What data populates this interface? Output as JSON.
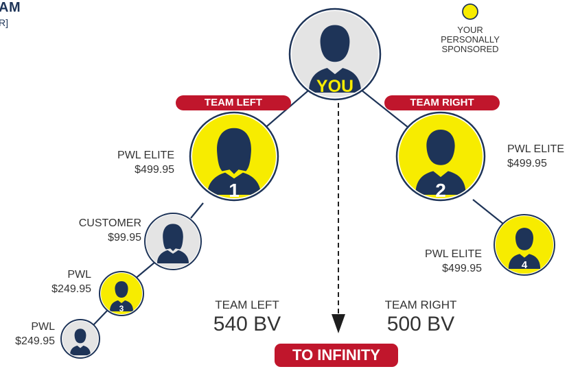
{
  "header": {
    "title_fragment": "AM",
    "subtitle_fragment": "R]"
  },
  "legend": {
    "text_lines": [
      "YOUR",
      "PERSONALLY",
      "SPONSORED"
    ],
    "swatch_color": "#f7ec00"
  },
  "you": {
    "label": "YOU"
  },
  "team_left": {
    "label": "TEAM LEFT"
  },
  "team_right": {
    "label": "TEAM RIGHT"
  },
  "nodes": {
    "n1": {
      "number": "1",
      "rank": "PWL ELITE",
      "price": "$499.95"
    },
    "n2": {
      "number": "2",
      "rank": "PWL ELITE",
      "price": "$499.95"
    },
    "customer": {
      "rank": "CUSTOMER",
      "price": "$99.95"
    },
    "n3": {
      "number": "3",
      "rank": "PWL",
      "price": "$249.95"
    },
    "n4": {
      "number": "4",
      "rank": "PWL ELITE",
      "price": "$499.95"
    },
    "bottom": {
      "rank": "PWL",
      "price": "$249.95"
    }
  },
  "totals": {
    "left": {
      "label": "TEAM LEFT",
      "value": "540 BV"
    },
    "right": {
      "label": "TEAM RIGHT",
      "value": "500 BV"
    }
  },
  "infinity": {
    "label": "TO INFINITY"
  },
  "colors": {
    "navy": "#1e3458",
    "yellow": "#f7ec00",
    "red": "#c0162c",
    "gray": "#e4e4e4"
  }
}
